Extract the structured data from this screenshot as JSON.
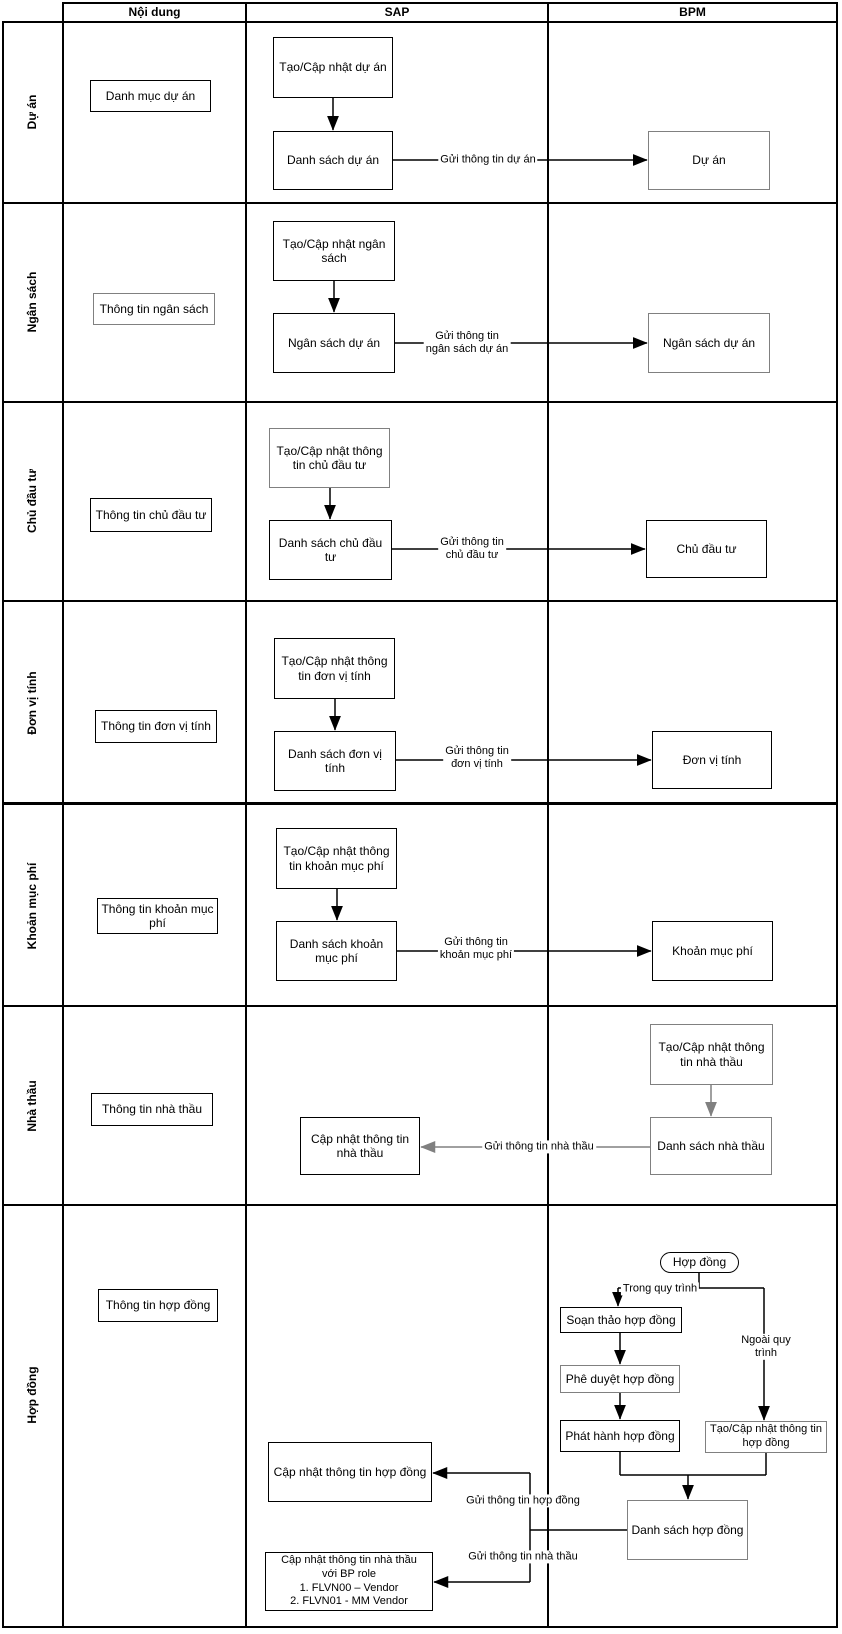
{
  "header": {
    "content": "Nội dung",
    "sap": "SAP",
    "bpm": "BPM"
  },
  "lanes": [
    "Dự án",
    "Ngân sách",
    "Chủ đầu tư",
    "Đơn vị tính",
    "Khoản mục phí",
    "Nhà thầu",
    "Hợp đồng"
  ],
  "nodes": {
    "r1_content": "Danh mục dự án",
    "r1_sap_create": "Tạo/Cập nhật dự án",
    "r1_sap_list": "Danh sách dự án",
    "r1_bpm": "Dự án",
    "r2_content": "Thông tin ngân sách",
    "r2_sap_create": "Tạo/Cập nhật ngân sách",
    "r2_sap_list": "Ngân sách dự án",
    "r2_bpm": "Ngân sách dự án",
    "r3_content": "Thông tin chủ đầu tư",
    "r3_sap_create": "Tạo/Cập nhật thông tin chủ đầu tư",
    "r3_sap_list": "Danh sách chủ đầu tư",
    "r3_bpm": "Chủ đầu tư",
    "r4_content": "Thông tin đơn vị tính",
    "r4_sap_create": "Tạo/Cập nhật thông tin đơn vị tính",
    "r4_sap_list": "Danh sách đơn vị tính",
    "r4_bpm": "Đơn vị tính",
    "r5_content": "Thông tin khoản mục phí",
    "r5_sap_create": "Tạo/Cập nhật thông tin khoản mục phí",
    "r5_sap_list": "Danh sách khoản mục phí",
    "r5_bpm": "Khoản mục phí",
    "r6_content": "Thông tin nhà thầu",
    "r6_bpm_create": "Tạo/Cập nhật thông tin nhà thầu",
    "r6_bpm_list": "Danh sách nhà thầu",
    "r6_sap_update": "Cập nhật thông tin nhà thầu",
    "r7_content": "Thông tin hợp đồng",
    "r7_start": "Hợp đồng",
    "r7_draft": "Soạn thảo hợp đồng",
    "r7_approve": "Phê duyệt hợp đồng",
    "r7_issue": "Phát hành hợp đồng",
    "r7_create_update": "Tạo/Cập nhật thông tin hợp đồng",
    "r7_list": "Danh sách hợp đồng",
    "r7_sap_update_contract": "Cập nhật thông tin hợp đồng",
    "r7_sap_update_vendor": "Cập nhật thông tin nhà thầu\nvới BP role\n1. FLVN00 – Vendor\n2. FLVN01 - MM Vendor"
  },
  "edge_labels": {
    "r1": "Gửi thông tin dự án",
    "r2": "Gửi thông tin\nngân sách dự án",
    "r3": "Gửi thông tin\nchủ đầu tư",
    "r4": "Gửi thông tin\nđơn vị tính",
    "r5": "Gửi thông tin\nkhoản mục phí",
    "r6": "Gửi thông tin nhà thầu",
    "r7_in": "Trong quy trình",
    "r7_out": "Ngoài quy trình",
    "r7_contract": "Gửi thông tin hợp đồng",
    "r7_vendor": "Gửi thông tin nhà thầu"
  },
  "colors": {
    "line": "#000000",
    "gray": "#808080",
    "background": "#ffffff"
  }
}
